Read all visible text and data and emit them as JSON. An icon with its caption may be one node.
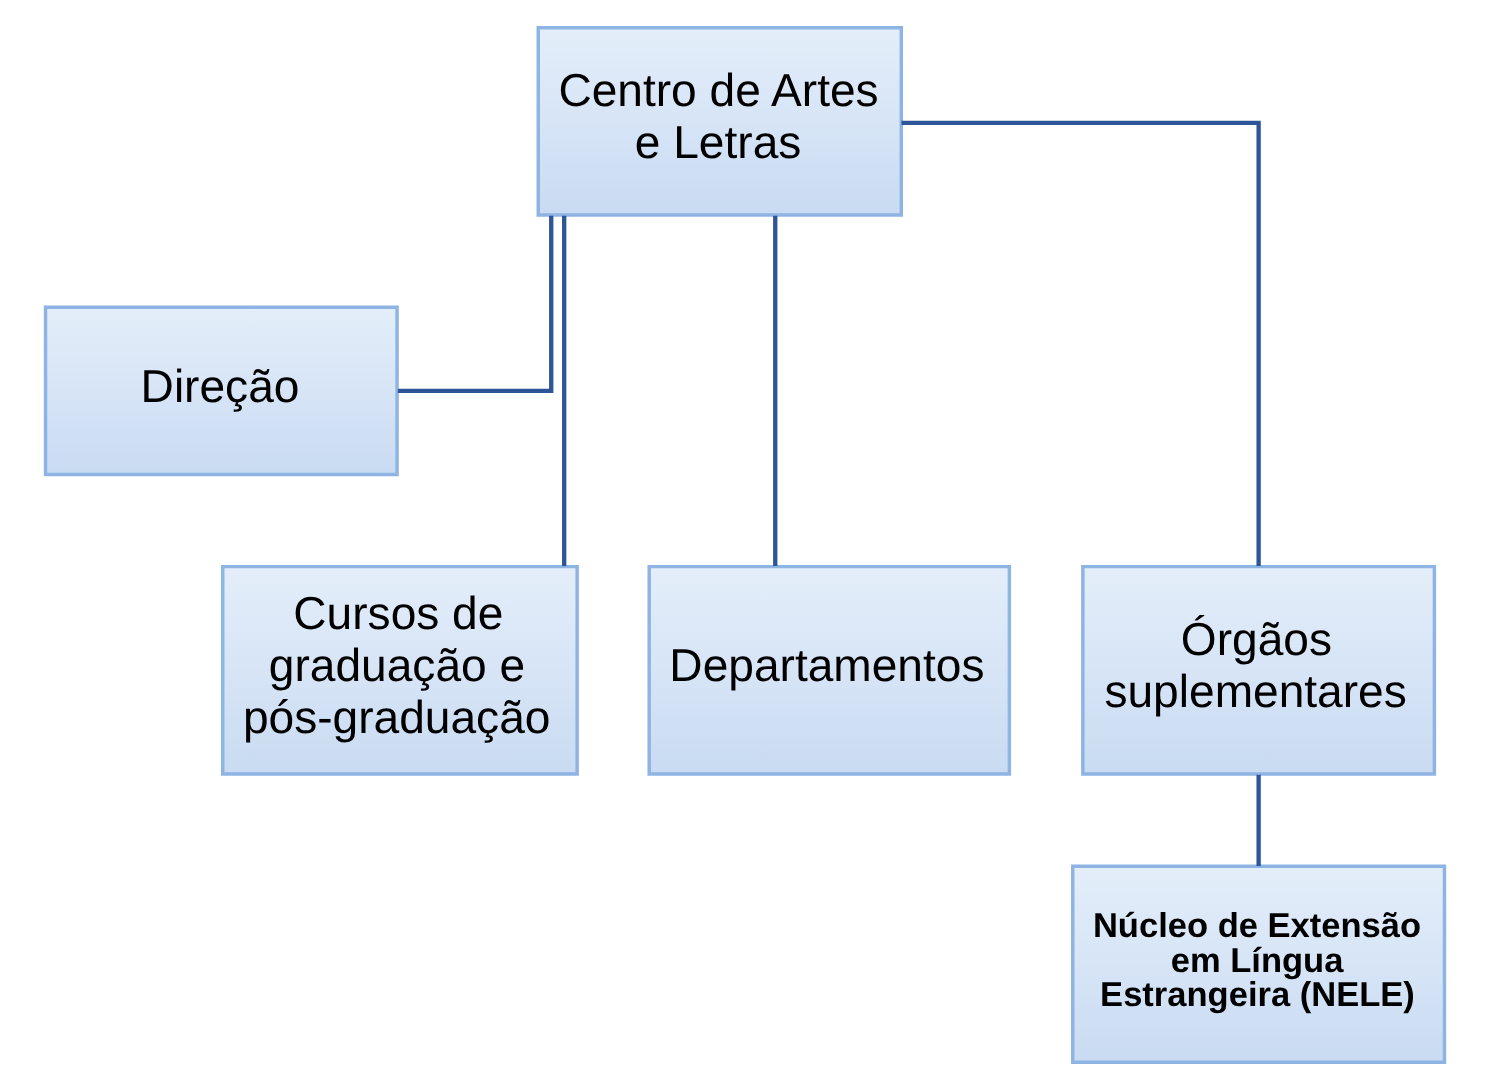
{
  "diagram": {
    "nodes": [
      {
        "text": [
          "Centro de Artes e Letras"
        ]
      },
      {
        "text": [
          "Direção"
        ]
      },
      {
        "text": [
          "Cursos de graduação e pós-graduação"
        ]
      },
      {
        "text": [
          "Departamentos"
        ]
      },
      {
        "text": [
          "Órgãos suplementares"
        ]
      },
      {
        "text": [
          "Núcleo de Extensão em Língua Estrangeira (NELE)"
        ]
      }
    ],
    "edges": [
      {
        "from": 0,
        "to": 1,
        "arrow": "none"
      },
      {
        "from": 0,
        "to": 2,
        "arrow": "none"
      },
      {
        "from": 0,
        "to": 3,
        "arrow": "none"
      },
      {
        "from": 0,
        "to": 4,
        "arrow": "none"
      },
      {
        "from": 4,
        "to": 5,
        "arrow": "none"
      }
    ]
  }
}
